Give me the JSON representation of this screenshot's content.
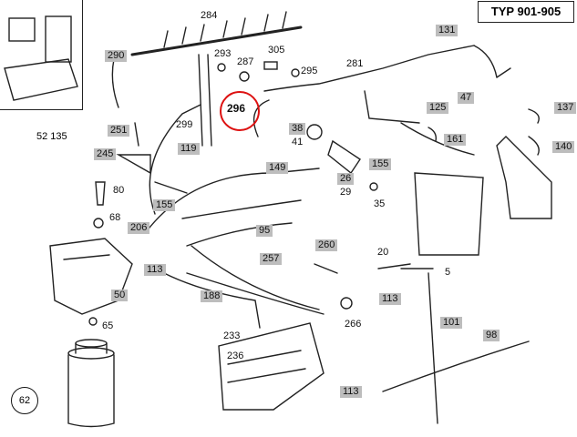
{
  "header": {
    "model_label": "TYP 901-905"
  },
  "reference": {
    "label": "52 135",
    "circle_label": "62"
  },
  "highlighted_part": "296",
  "part_labels": [
    {
      "id": "284",
      "hl": false
    },
    {
      "id": "290",
      "hl": true
    },
    {
      "id": "293",
      "hl": false
    },
    {
      "id": "287",
      "hl": false
    },
    {
      "id": "305",
      "hl": false
    },
    {
      "id": "295",
      "hl": false
    },
    {
      "id": "281",
      "hl": false
    },
    {
      "id": "131",
      "hl": true
    },
    {
      "id": "47",
      "hl": true
    },
    {
      "id": "137",
      "hl": true
    },
    {
      "id": "140",
      "hl": true
    },
    {
      "id": "251",
      "hl": true
    },
    {
      "id": "299",
      "hl": false
    },
    {
      "id": "38",
      "hl": true
    },
    {
      "id": "41",
      "hl": false
    },
    {
      "id": "125",
      "hl": true
    },
    {
      "id": "161",
      "hl": true
    },
    {
      "id": "245",
      "hl": true
    },
    {
      "id": "119",
      "hl": true
    },
    {
      "id": "149",
      "hl": true
    },
    {
      "id": "26",
      "hl": true
    },
    {
      "id": "29",
      "hl": false
    },
    {
      "id": "155",
      "hl": true
    },
    {
      "id": "35",
      "hl": false
    },
    {
      "id": "80",
      "hl": false
    },
    {
      "id": "155",
      "hl": true
    },
    {
      "id": "68",
      "hl": false
    },
    {
      "id": "206",
      "hl": true
    },
    {
      "id": "95",
      "hl": true
    },
    {
      "id": "260",
      "hl": true
    },
    {
      "id": "113",
      "hl": true
    },
    {
      "id": "257",
      "hl": true
    },
    {
      "id": "20",
      "hl": false
    },
    {
      "id": "5",
      "hl": false
    },
    {
      "id": "50",
      "hl": true
    },
    {
      "id": "188",
      "hl": true
    },
    {
      "id": "113",
      "hl": true
    },
    {
      "id": "266",
      "hl": false
    },
    {
      "id": "101",
      "hl": true
    },
    {
      "id": "65",
      "hl": false
    },
    {
      "id": "233",
      "hl": false
    },
    {
      "id": "236",
      "hl": false
    },
    {
      "id": "98",
      "hl": true
    },
    {
      "id": "113",
      "hl": true
    }
  ]
}
